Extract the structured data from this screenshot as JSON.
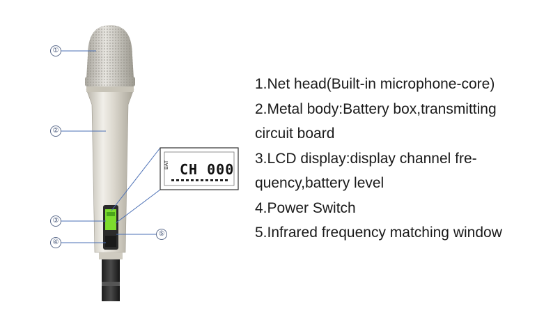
{
  "callouts": [
    "①",
    "②",
    "③",
    "④",
    "⑤"
  ],
  "lcd": {
    "channel": "CH 000",
    "battery_label": "BAT"
  },
  "descriptions": [
    "1.Net head(Built-in microphone-core)",
    "2.Metal body:Battery box,transmitting",
    "circuit board",
    "3.LCD display:display channel fre-",
    "quency,battery level",
    "4.Power Switch",
    "5.Infrared frequency matching window"
  ],
  "colors": {
    "leader_line": "#4a6fb5",
    "lcd_green": "#7ddc2e",
    "body_silver": "#d8d4c8"
  }
}
